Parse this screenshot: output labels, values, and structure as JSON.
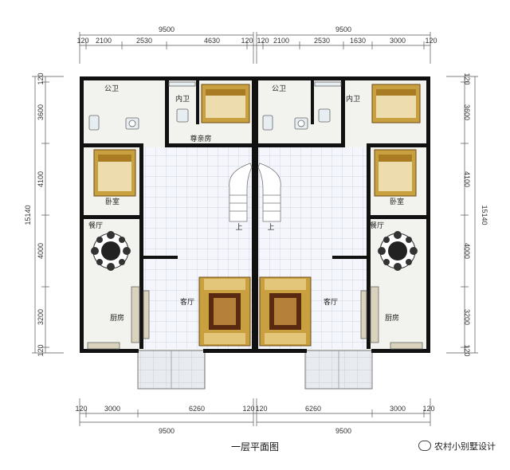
{
  "title": "一层平面图",
  "watermark": "农村小别墅设计",
  "colors": {
    "wall": "#111111",
    "floor_tile": "#eef0f6",
    "tile_line": "#c9cfe0",
    "room_floor": "#f3f3ee",
    "bed": "#c9a040",
    "dim_line": "#555555"
  },
  "dims": {
    "top_total_left": "9500",
    "top_total_right": "9500",
    "top_segments": [
      "120",
      "2100",
      "2530",
      "4630",
      "120",
      "120",
      "2100",
      "2530",
      "1630",
      "3000",
      "120"
    ],
    "bottom_total_left": "9500",
    "bottom_total_right": "9500",
    "bottom_segments": [
      "120",
      "3000",
      "6260",
      "120",
      "120",
      "6260",
      "3000",
      "120"
    ],
    "left_total": "15140",
    "left_segments": [
      "120",
      "3600",
      "4100",
      "4000",
      "3200",
      "120"
    ],
    "right_total": "15140",
    "right_segments": [
      "120",
      "3600",
      "4100",
      "4000",
      "3200",
      "120"
    ]
  },
  "rooms": {
    "bath_left": "公卫",
    "inner_bath_left": "内卫",
    "master_bed_left": "尊亲房",
    "bath_right": "公卫",
    "inner_bath_right": "内卫",
    "bedroom_left": "卧室",
    "bedroom_right": "卧室",
    "stairs_left": "上",
    "stairs_right": "上",
    "dining_left": "餐厅",
    "dining_right": "餐厅",
    "living_left": "客厅",
    "living_right": "客厅",
    "kitchen_left": "厨房",
    "kitchen_right": "厨房"
  }
}
